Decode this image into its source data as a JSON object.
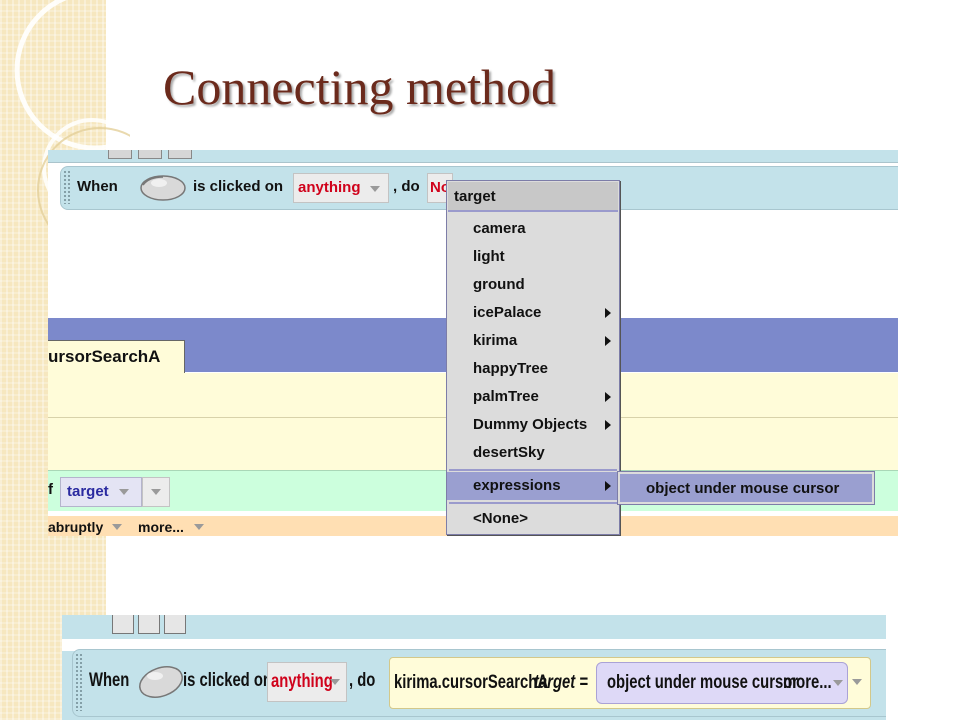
{
  "slide": {
    "title": "Connecting method"
  },
  "top_screenshot": {
    "event": {
      "when": "When",
      "is_clicked_on": "is clicked on",
      "target_value": "anything",
      "comma_do": ", do",
      "do_value_partial": "No"
    },
    "tab_label": "ursorSearchA",
    "green_row": {
      "prefix": "f",
      "param_value": "target"
    },
    "orange_row": {
      "duration": "abruptly",
      "more": "more..."
    },
    "menu": {
      "header": "target",
      "items": [
        {
          "label": "camera",
          "submenu": false
        },
        {
          "label": "light",
          "submenu": false
        },
        {
          "label": "ground",
          "submenu": false
        },
        {
          "label": "icePalace",
          "submenu": true
        },
        {
          "label": "kirima",
          "submenu": true
        },
        {
          "label": "happyTree",
          "submenu": false
        },
        {
          "label": "palmTree",
          "submenu": true
        },
        {
          "label": "Dummy Objects",
          "submenu": true
        },
        {
          "label": "desertSky",
          "submenu": false
        }
      ],
      "expressions": "expressions",
      "none": "<None>",
      "submenu_item": "object under mouse cursor"
    }
  },
  "bottom_screenshot": {
    "when": "When",
    "is_clicked_on": "is clicked on",
    "target_value": "anything",
    "comma_do": ", do",
    "method": "kirima.cursorSearchA",
    "param_label": "target =",
    "param_value": "object under mouse cursor",
    "more": "more..."
  }
}
